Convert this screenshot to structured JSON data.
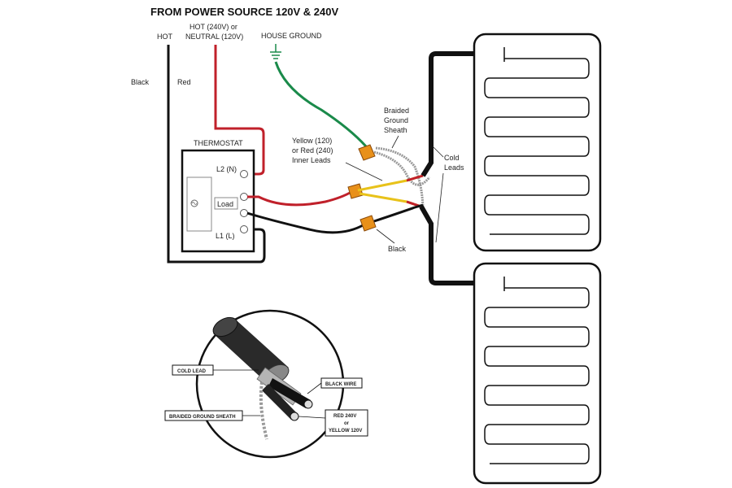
{
  "diagram": {
    "title": "FROM POWER SOURCE 120V & 240V",
    "labels": {
      "hot": "HOT",
      "hot_neutral_line1": "HOT (240V) or",
      "hot_neutral_line2": "NEUTRAL (120V)",
      "house_ground": "HOUSE GROUND",
      "black": "Black",
      "red": "Red",
      "thermostat": "THERMOSTAT",
      "l2": "L2 (N)",
      "load": "Load",
      "l1": "L1 (L)",
      "yellow_line1": "Yellow (120)",
      "yellow_line2": "or Red (240)",
      "yellow_line3": "Inner Leads",
      "braided_line1": "Braided",
      "braided_line2": "Ground",
      "braided_line3": "Sheath",
      "cold_line1": "Cold",
      "cold_line2": "Leads",
      "black_bottom": "Black"
    },
    "inset": {
      "cold_lead": "COLD LEAD",
      "black_wire": "BLACK WIRE",
      "braided_ground_sheath": "BRAIDED GROUND SHEATH",
      "red_line1": "RED 240V",
      "red_line2": "or",
      "red_line3": "YELLOW 120V"
    },
    "colors": {
      "wire_red": "#c0202a",
      "wire_green": "#1a8a4a",
      "wire_black": "#111111",
      "wire_yellow": "#e8c21a",
      "connector_orange": "#e8901a"
    }
  }
}
